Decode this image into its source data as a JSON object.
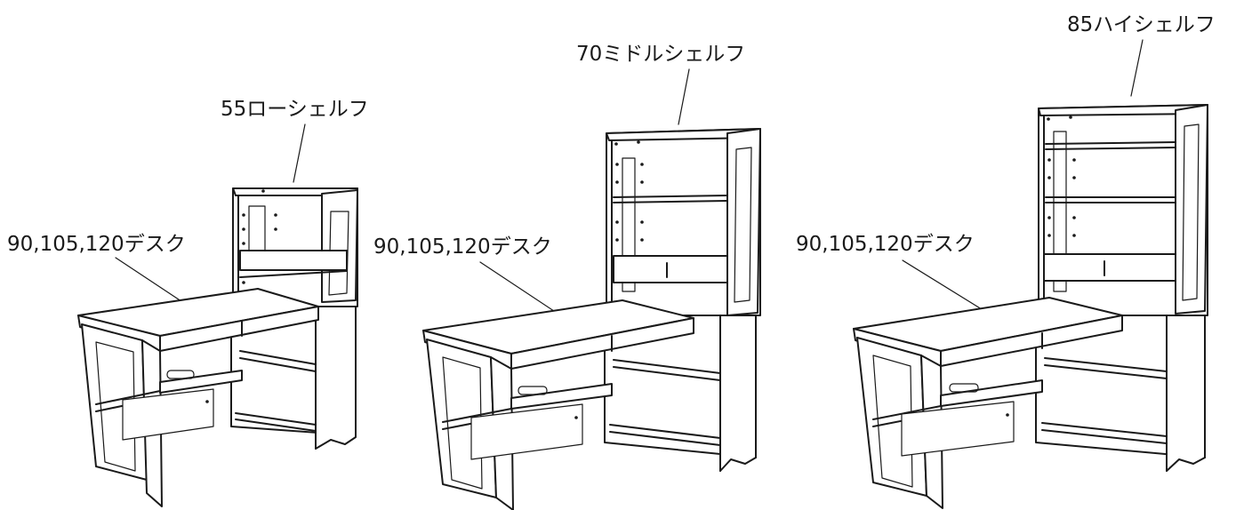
{
  "sets": [
    {
      "shelf_label": "55ローシェルフ",
      "desk_label": "90,105,120デスク"
    },
    {
      "shelf_label": "70ミドルシェルフ",
      "desk_label": "90,105,120デスク"
    },
    {
      "shelf_label": "85ハイシェルフ",
      "desk_label": "90,105,120デスク"
    }
  ]
}
